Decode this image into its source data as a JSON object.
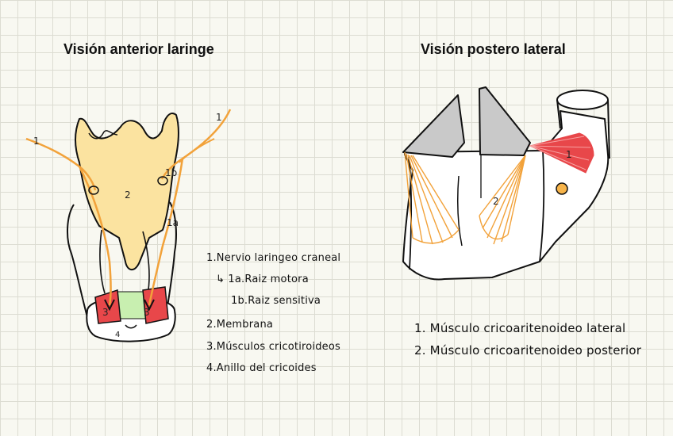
{
  "titles": {
    "anterior": "Visión anterior laringe",
    "posterolateral": "Visión postero lateral"
  },
  "anterior_labels": {
    "nerve_left": "1",
    "nerve_right": "1",
    "membrane": "2",
    "motor_root": "1a",
    "sensory_root": "1b",
    "muscle_left": "3",
    "muscle_right": "3",
    "ring": "4"
  },
  "anterior_legend": [
    "1.Nervio laringeo craneal",
    "↳ 1a.Raiz motora",
    "1b.Raiz sensitiva",
    "2.Membrana",
    "3.Músculos cricotiroideos",
    "4.Anillo del cricoides"
  ],
  "posterolateral_labels": {
    "lateral_muscle": "1",
    "posterior_muscle": "2"
  },
  "posterolateral_legend": [
    "1. Músculo cricoaritenoideo lateral",
    "2. Músculo cricoaritenoideo posterior"
  ],
  "colors": {
    "nerve": "#f2a23a",
    "membrane": "#fbe3a0",
    "muscle_red": "#e8474a",
    "membrane_green": "#c8efb0",
    "cartilage_gray": "#c9c9c9",
    "ink": "#111111"
  }
}
